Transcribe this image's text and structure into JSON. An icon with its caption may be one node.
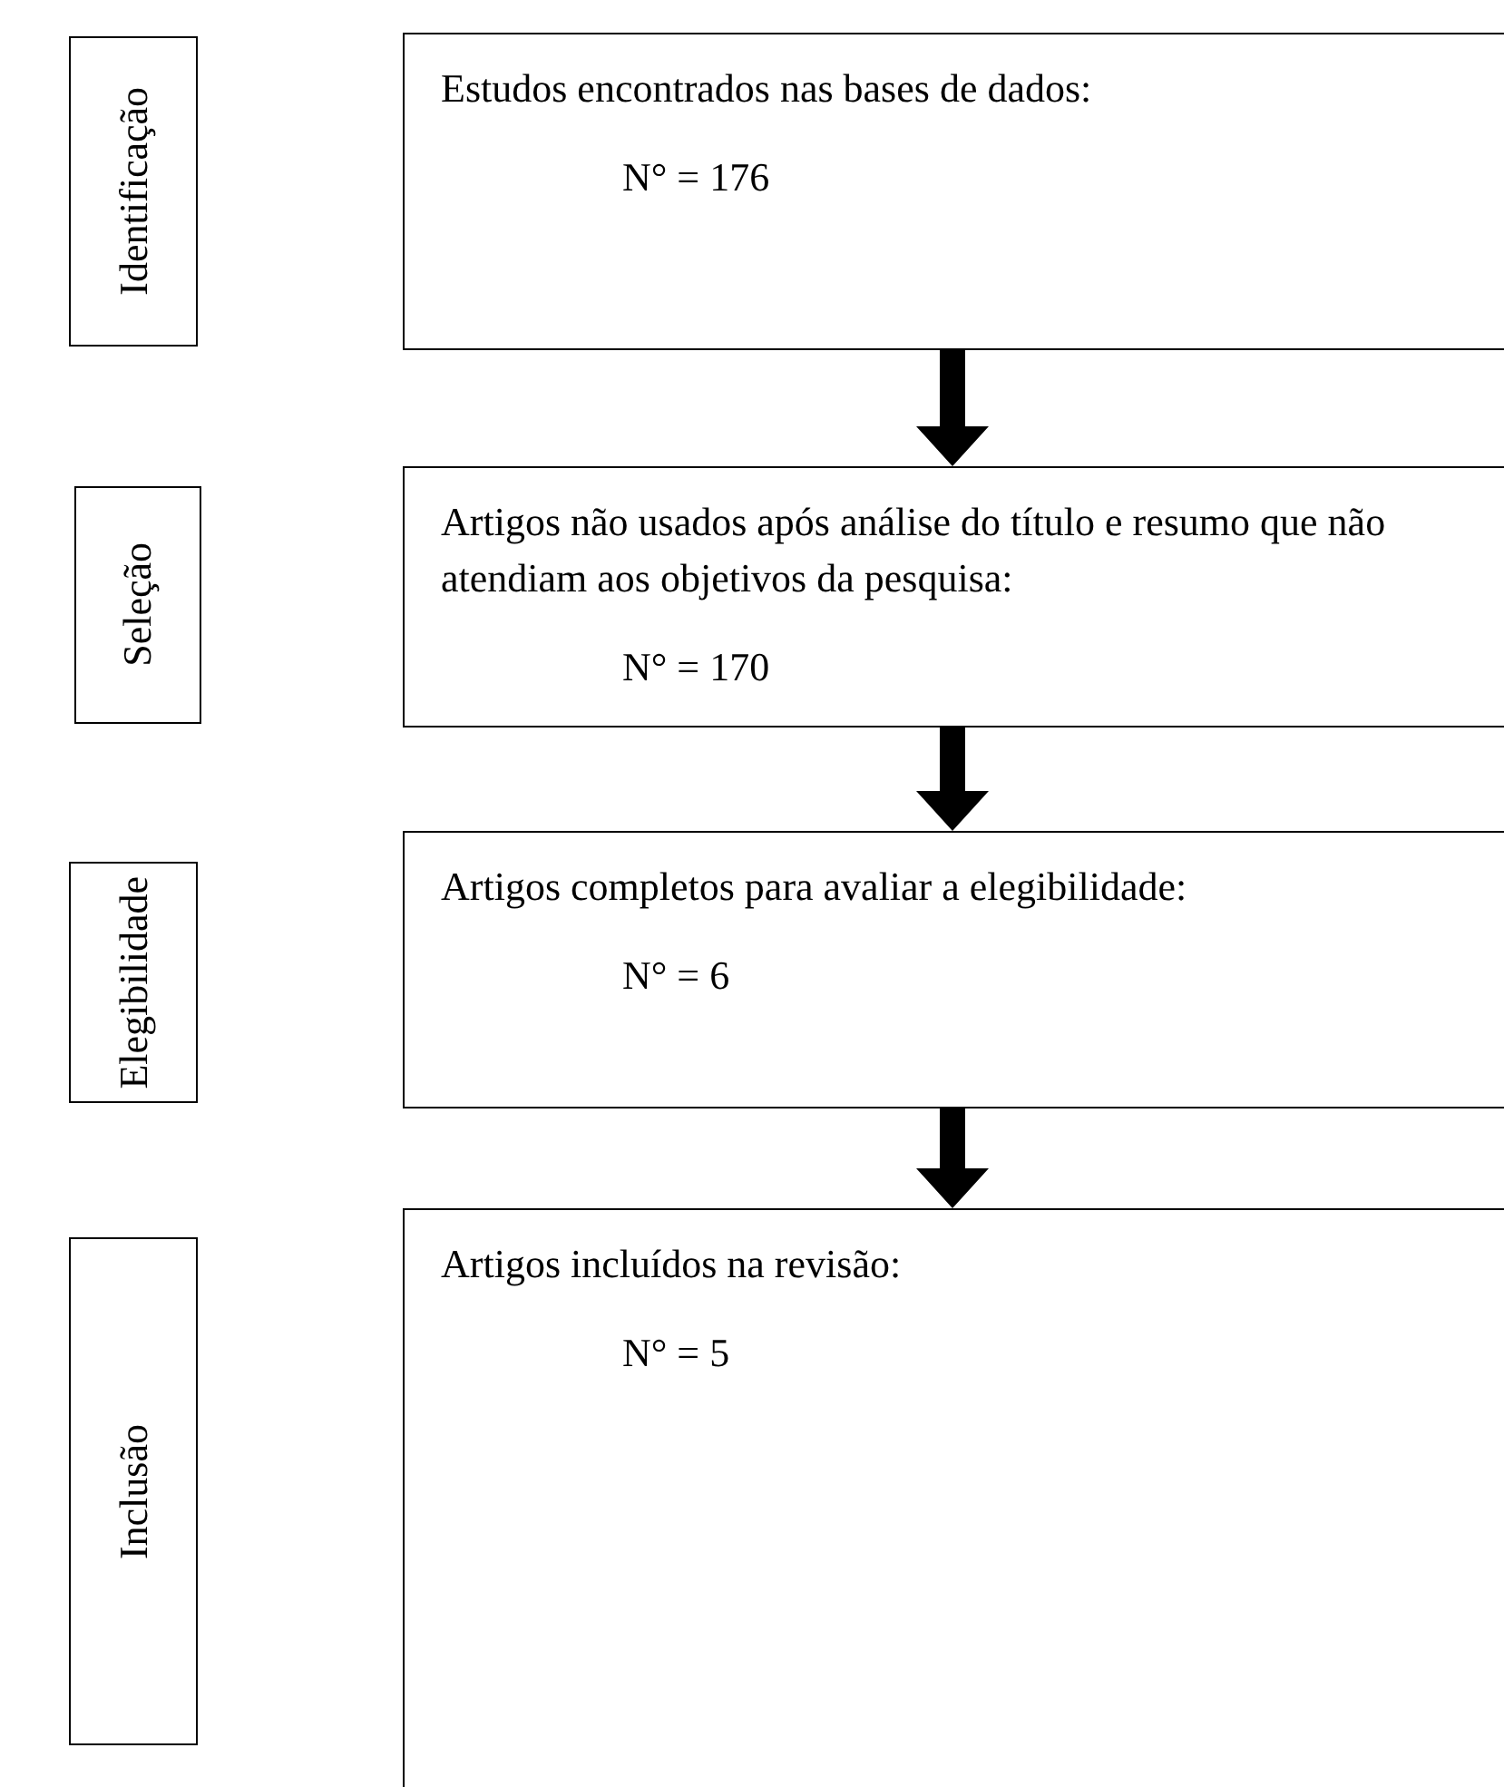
{
  "diagram": {
    "nodes": [
      {
        "text": [
          "Identificação"
        ]
      },
      {
        "text": [
          "Estudos encontrados nas bases de dados:",
          "N° = 176"
        ]
      },
      {
        "text": [
          "Seleção"
        ]
      },
      {
        "text": [
          "Artigos não usados após análise do título e resumo que não atendiam aos objetivos da pesquisa:",
          "N° = 170"
        ]
      },
      {
        "text": [
          "Elegibilidade"
        ]
      },
      {
        "text": [
          "Artigos completos para avaliar a elegibilidade:",
          "N° = 6"
        ]
      },
      {
        "text": [
          "Inclusão"
        ]
      },
      {
        "text": [
          "Artigos incluídos na revisão:",
          "N° = 5"
        ]
      }
    ],
    "edges": [
      {
        "from": 1,
        "to": 3,
        "arrow": "to",
        "style": "thick"
      },
      {
        "from": 3,
        "to": 5,
        "arrow": "to",
        "style": "thick"
      },
      {
        "from": 5,
        "to": 7,
        "arrow": "to",
        "style": "thick"
      }
    ]
  }
}
